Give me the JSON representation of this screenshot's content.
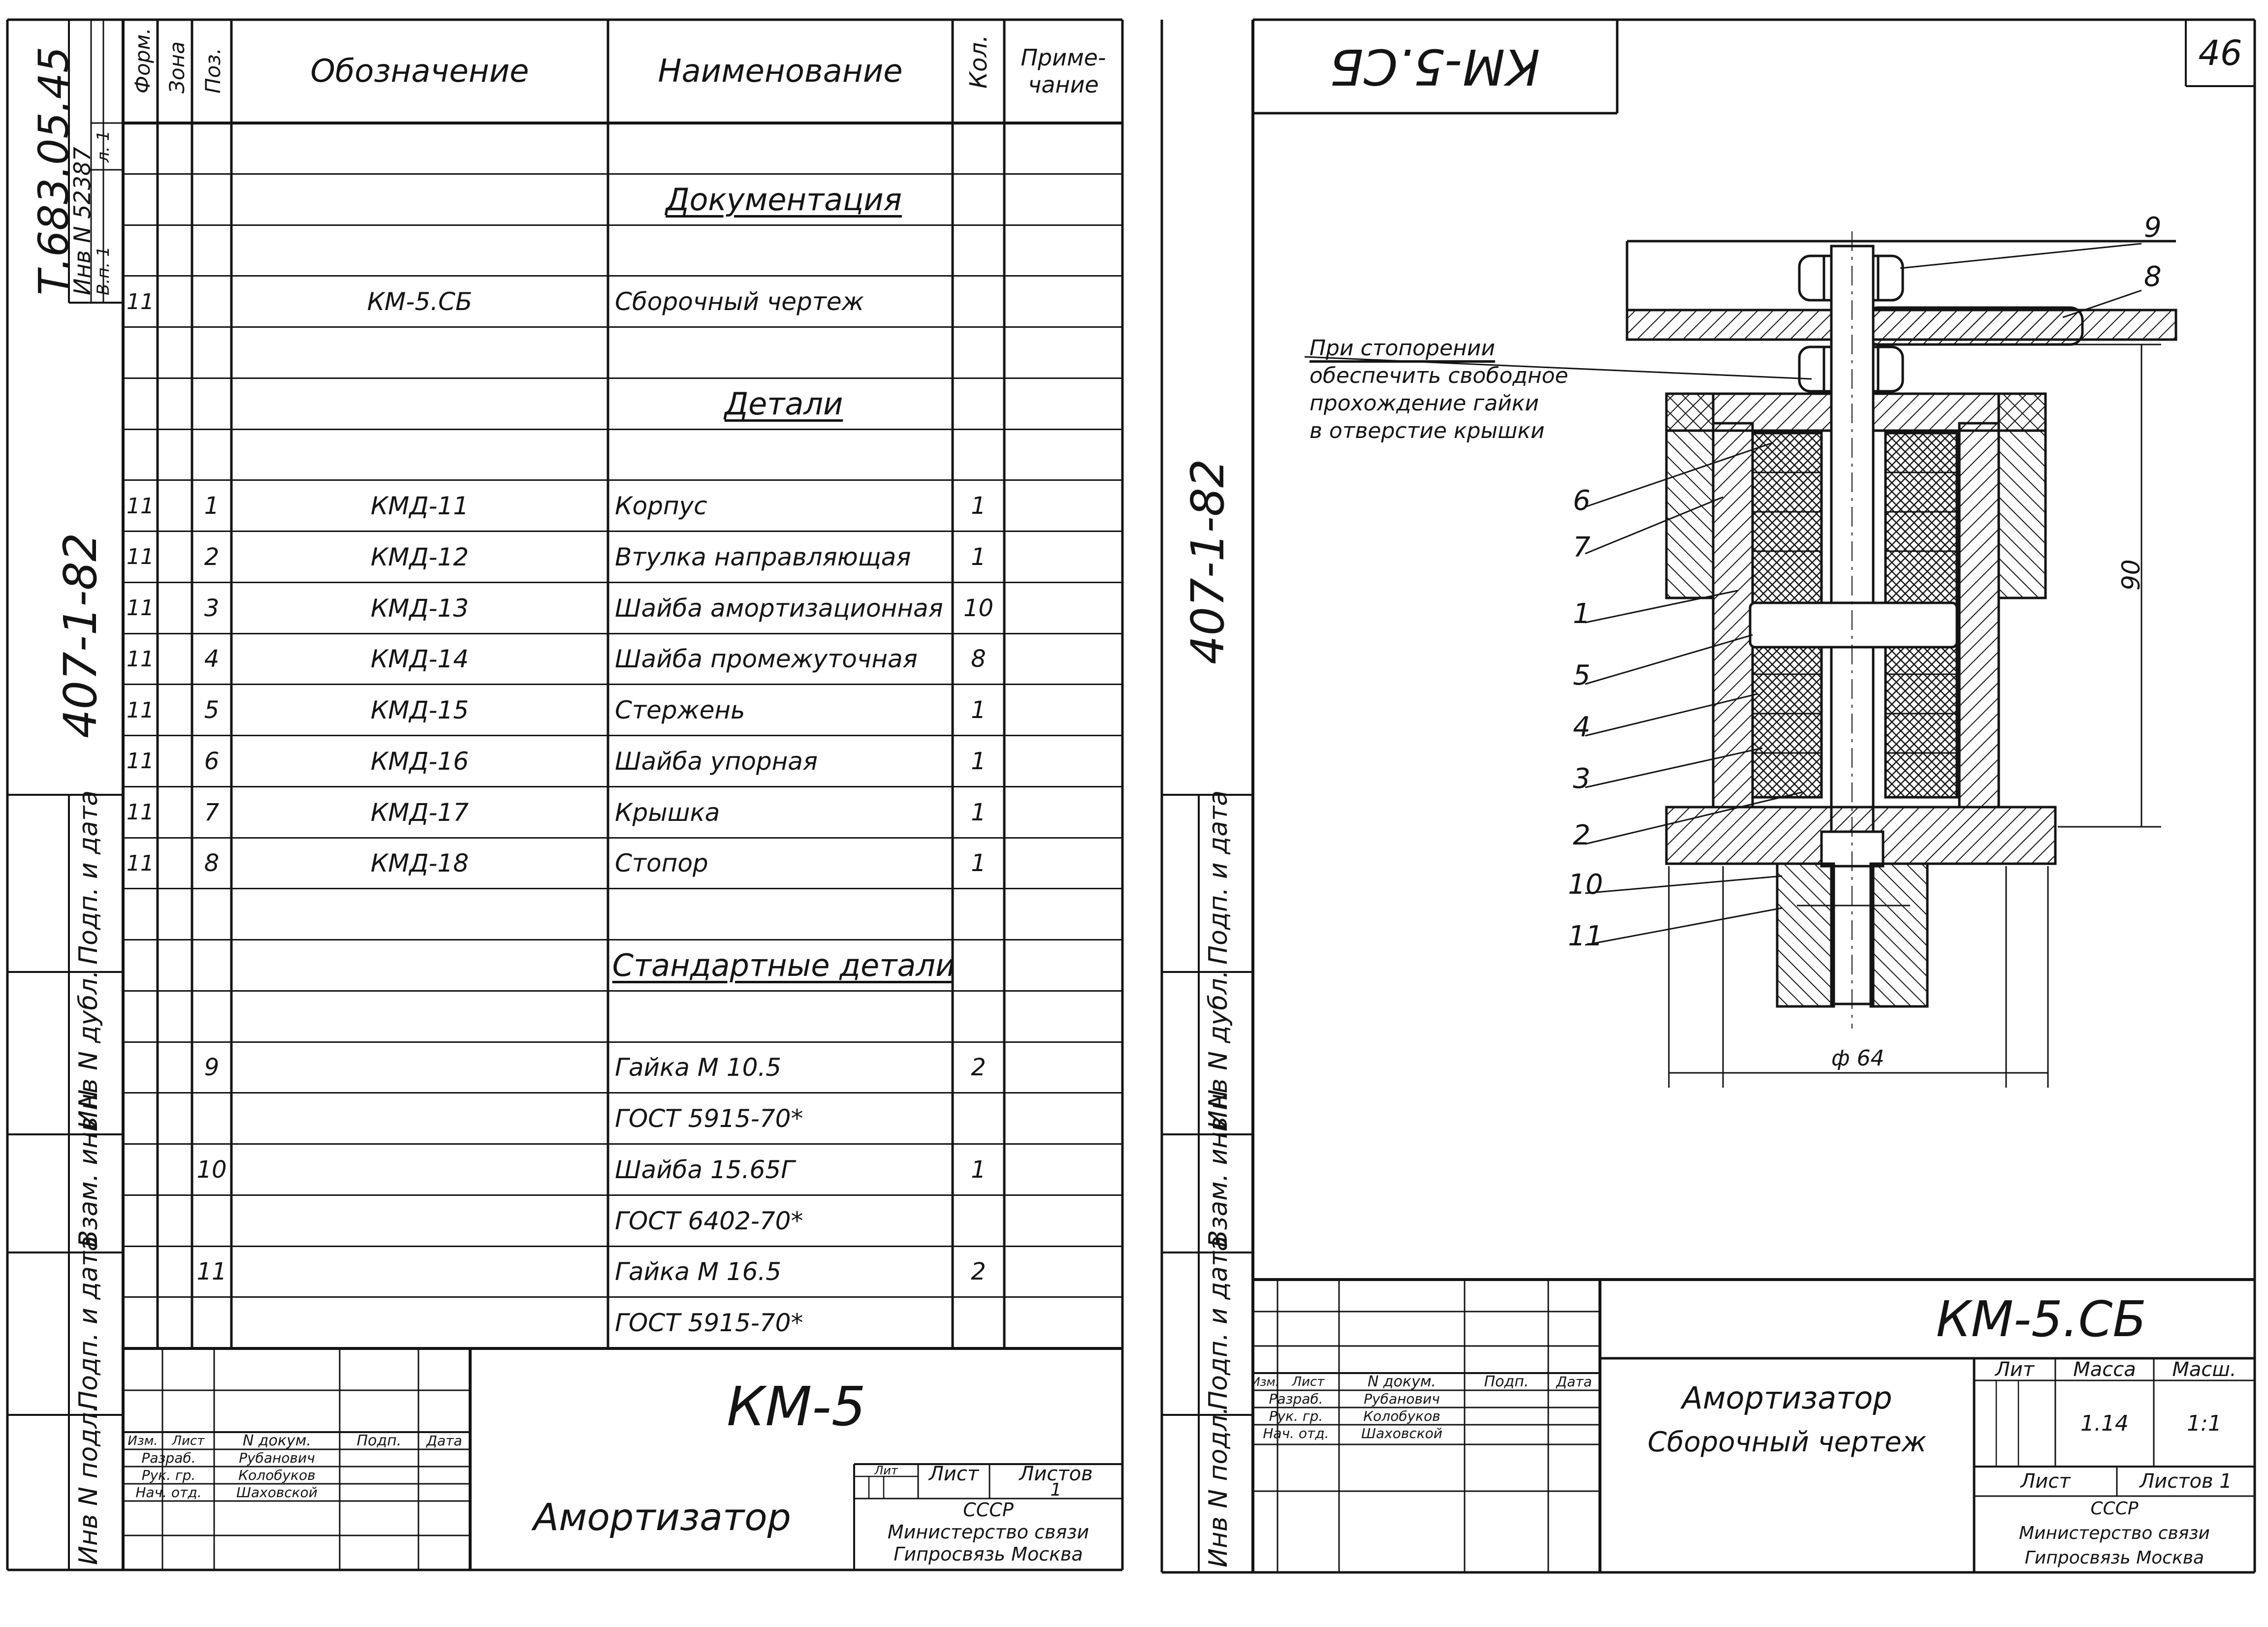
{
  "spec": {
    "headers": {
      "format": "Форм.",
      "zone": "Зона",
      "pos": "Поз.",
      "designation": "Обозначение",
      "name": "Наименование",
      "qty": "Кол.",
      "note": "Приме-чание"
    },
    "rows": [
      {
        "fmt": "",
        "pos": "",
        "designation": "",
        "name": "",
        "qty": "",
        "section": false
      },
      {
        "fmt": "",
        "pos": "",
        "designation": "",
        "name": "Документация",
        "qty": "",
        "section": true
      },
      {
        "fmt": "",
        "pos": "",
        "designation": "",
        "name": "",
        "qty": "",
        "section": false
      },
      {
        "fmt": "11",
        "pos": "",
        "designation": "КМ-5.СБ",
        "name": "Сборочный чертеж",
        "qty": "",
        "section": false
      },
      {
        "fmt": "",
        "pos": "",
        "designation": "",
        "name": "",
        "qty": "",
        "section": false
      },
      {
        "fmt": "",
        "pos": "",
        "designation": "",
        "name": "Детали",
        "qty": "",
        "section": true
      },
      {
        "fmt": "",
        "pos": "",
        "designation": "",
        "name": "",
        "qty": "",
        "section": false
      },
      {
        "fmt": "11",
        "pos": "1",
        "designation": "КМД-11",
        "name": "Корпус",
        "qty": "1",
        "section": false
      },
      {
        "fmt": "11",
        "pos": "2",
        "designation": "КМД-12",
        "name": "Втулка направляющая",
        "qty": "1",
        "section": false
      },
      {
        "fmt": "11",
        "pos": "3",
        "designation": "КМД-13",
        "name": "Шайба амортизационная",
        "qty": "10",
        "section": false
      },
      {
        "fmt": "11",
        "pos": "4",
        "designation": "КМД-14",
        "name": "Шайба промежуточная",
        "qty": "8",
        "section": false
      },
      {
        "fmt": "11",
        "pos": "5",
        "designation": "КМД-15",
        "name": "Стержень",
        "qty": "1",
        "section": false
      },
      {
        "fmt": "11",
        "pos": "6",
        "designation": "КМД-16",
        "name": "Шайба упорная",
        "qty": "1",
        "section": false
      },
      {
        "fmt": "11",
        "pos": "7",
        "designation": "КМД-17",
        "name": "Крышка",
        "qty": "1",
        "section": false
      },
      {
        "fmt": "11",
        "pos": "8",
        "designation": "КМД-18",
        "name": "Стопор",
        "qty": "1",
        "section": false
      },
      {
        "fmt": "",
        "pos": "",
        "designation": "",
        "name": "",
        "qty": "",
        "section": false
      },
      {
        "fmt": "",
        "pos": "",
        "designation": "",
        "name": "Стандартные детали",
        "qty": "",
        "section": true
      },
      {
        "fmt": "",
        "pos": "",
        "designation": "",
        "name": "",
        "qty": "",
        "section": false
      },
      {
        "fmt": "",
        "pos": "9",
        "designation": "",
        "name": "Гайка М 10.5",
        "qty": "2",
        "section": false
      },
      {
        "fmt": "",
        "pos": "",
        "designation": "",
        "name": "ГОСТ 5915-70*",
        "qty": "",
        "section": false
      },
      {
        "fmt": "",
        "pos": "10",
        "designation": "",
        "name": "Шайба 15.65Г",
        "qty": "1",
        "section": false
      },
      {
        "fmt": "",
        "pos": "",
        "designation": "",
        "name": "ГОСТ 6402-70*",
        "qty": "",
        "section": false
      },
      {
        "fmt": "",
        "pos": "11",
        "designation": "",
        "name": "Гайка М 16.5",
        "qty": "2",
        "section": false
      },
      {
        "fmt": "",
        "pos": "",
        "designation": "",
        "name": "ГОСТ 5915-70*",
        "qty": "",
        "section": false
      }
    ]
  },
  "left_title": {
    "code": "КМ-5",
    "name": "Амортизатор",
    "col_labels": {
      "izm": "Изм.",
      "list": "Лист",
      "doc": "N докум.",
      "sign": "Подп.",
      "date": "Дата"
    },
    "people": [
      {
        "role": "Разраб.",
        "name": "Рубанович"
      },
      {
        "role": "Рук. гр.",
        "name": "Колобуков"
      },
      {
        "role": "Нач. отд.",
        "name": "Шаховской"
      }
    ],
    "lit": "Лит",
    "sheet": "Лист",
    "sheets": "Листов",
    "sheets_value": "1",
    "org": [
      "СССР",
      "Министерство связи",
      "Гипросвязь Москва"
    ]
  },
  "left_margin": {
    "doc_number": "Т.683.05.45",
    "inv_number": "Инв N 52387",
    "vp": "В.п. 1",
    "list_label": "л. 1",
    "series": "407-1-82",
    "stamps": [
      "Подп. и дата",
      "Инв N дубл.",
      "Взам. инв N",
      "Подп. и дата",
      "Инв N подл."
    ]
  },
  "right_margin": {
    "series": "407-1-82",
    "stamps": [
      "Подп. и дата",
      "Инв N дубл.",
      "Взам. инв N",
      "Подп. и дата",
      "Инв N подл."
    ]
  },
  "right_sheet": {
    "page_number": "46",
    "corner_code": "КМ-5.СБ",
    "note": [
      "При стопорении",
      "обеспечить свободное",
      "прохождение гайки",
      "в отверстие крышки"
    ],
    "callouts": [
      "9",
      "8",
      "6",
      "7",
      "1",
      "5",
      "4",
      "3",
      "2",
      "10",
      "11"
    ],
    "dim_height": "90",
    "dim_diameter": "ф 64"
  },
  "right_title": {
    "code": "КМ-5.СБ",
    "line1": "Амортизатор",
    "line2": "Сборочный чертеж",
    "col_labels": {
      "izm": "Изм.",
      "list": "Лист",
      "doc": "N докум.",
      "sign": "Подп.",
      "date": "Дата"
    },
    "people": [
      {
        "role": "Разраб.",
        "name": "Рубанович"
      },
      {
        "role": "Рук. гр.",
        "name": "Колобуков"
      },
      {
        "role": "Нач. отд.",
        "name": "Шаховской"
      }
    ],
    "lit": "Лит",
    "mass_label": "Масса",
    "mass": "1.14",
    "scale_label": "Масш.",
    "scale": "1:1",
    "sheet": "Лист",
    "sheets": "Листов",
    "sheets_value": "1",
    "org": [
      "СССР",
      "Министерство связи",
      "Гипросвязь Москва"
    ]
  }
}
